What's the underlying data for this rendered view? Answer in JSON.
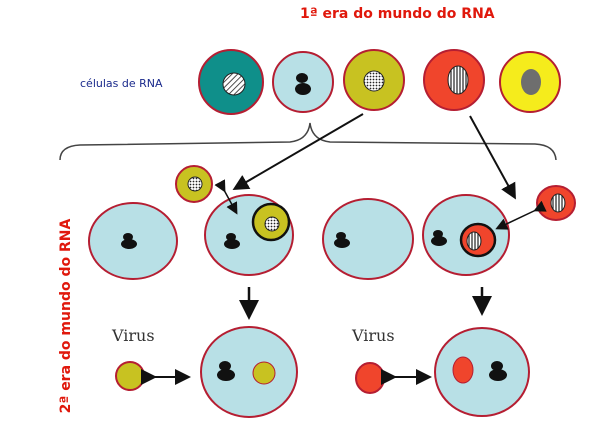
{
  "title_first_era": "1ª era do mundo do RNA",
  "title_second_era": "2ª era do mundo do RNA",
  "label_rna_cells": "células de RNA",
  "label_virus_left": "Virus",
  "label_virus_right": "Virus",
  "colors": {
    "title": "#e0180c",
    "cell_fill": "#b8e0e6",
    "cell_outline": "#b51e32",
    "teal": "#0f8f8a",
    "olive": "#c8c221",
    "orange_red": "#f0452c",
    "yellow": "#f5ec1c",
    "nucleus": "#111111",
    "label_blue": "#1a2a8c"
  }
}
